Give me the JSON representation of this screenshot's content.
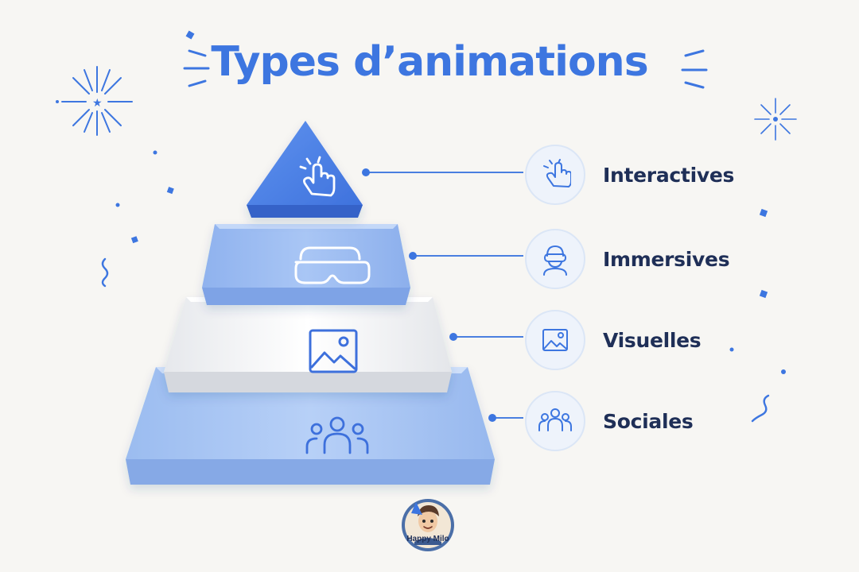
{
  "title": "Types d’animations",
  "colors": {
    "accent": "#3d76e0",
    "label": "#1f2f57",
    "tier_top": "#4b82e6",
    "tier_mid": "#9dbdf1",
    "tier_white": "#f4f4f4",
    "tier_base": "#a9c5f2"
  },
  "tiers": [
    {
      "label": "Interactives",
      "icon": "touch-hand-icon"
    },
    {
      "label": "Immersives",
      "icon": "vr-headset-icon"
    },
    {
      "label": "Visuelles",
      "icon": "image-icon"
    },
    {
      "label": "Sociales",
      "icon": "group-people-icon"
    }
  ],
  "logo": {
    "text": "Happy Milo",
    "icon": "happy-milo-mascot-icon"
  }
}
